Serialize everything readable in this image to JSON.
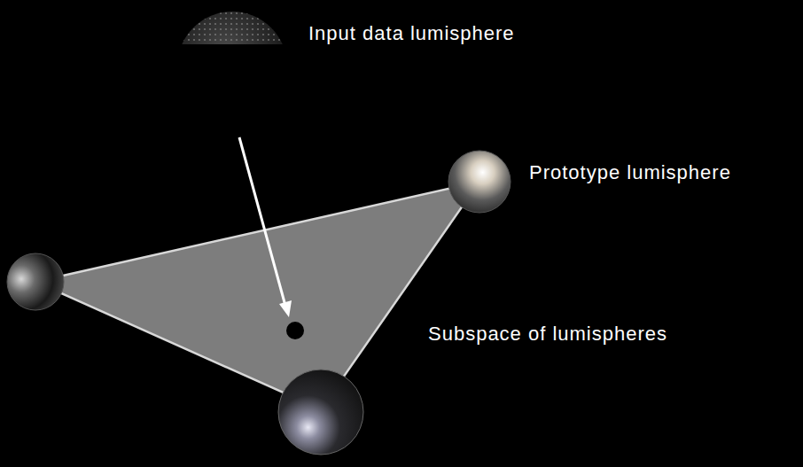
{
  "diagram": {
    "labels": [
      "Input data lumisphere",
      "Prototype lumisphere",
      "Subspace of lumispheres"
    ]
  }
}
